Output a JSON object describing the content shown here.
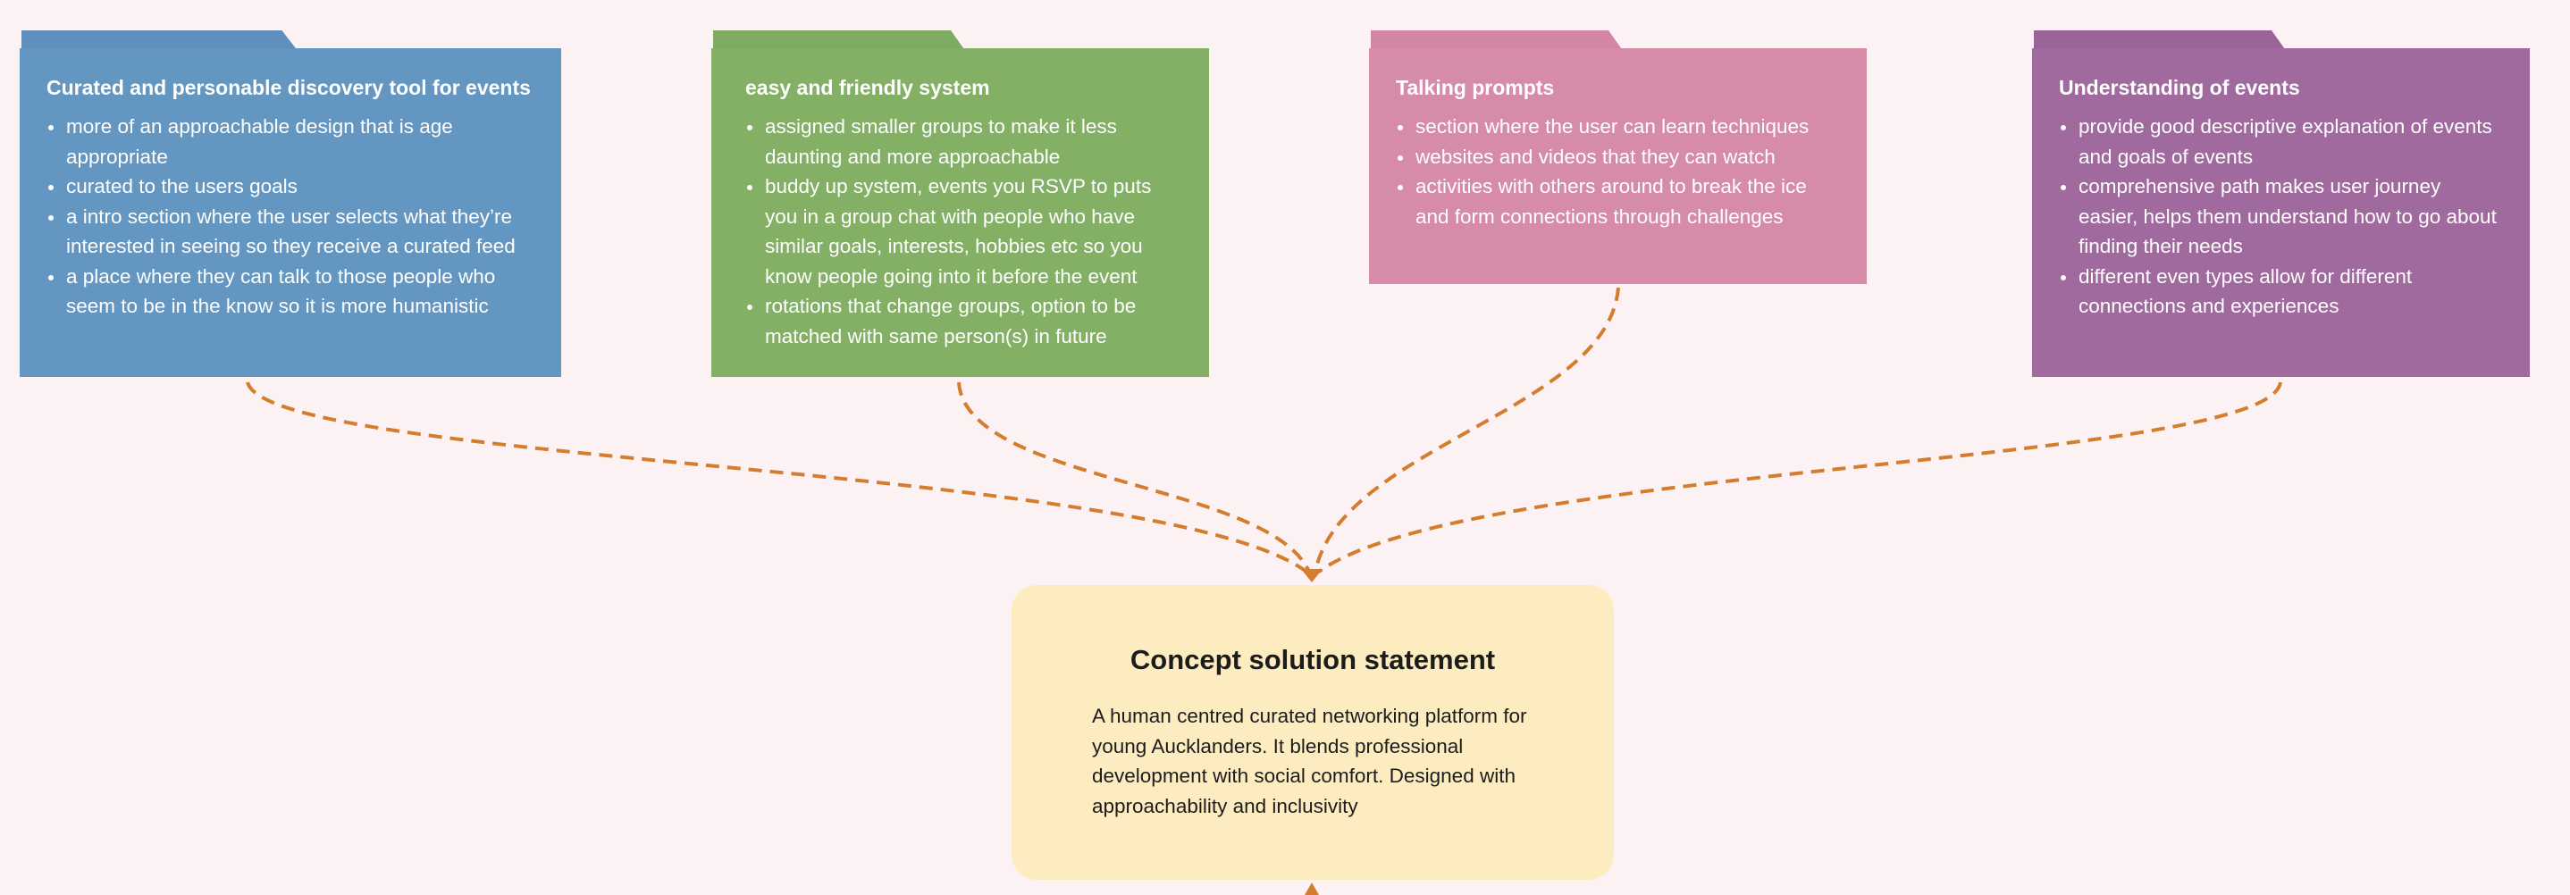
{
  "colors": {
    "background": "#fdf2f3",
    "connector": "#d57d2e",
    "card": "#fdecc0"
  },
  "folders": [
    {
      "title": "Curated and personable discovery tool for events",
      "color": "#6496c2",
      "tab_color": "#5f8fbe",
      "bullets": [
        "more of an approachable design that is age appropriate",
        "curated to the users goals",
        "a intro section where the user selects what they’re interested in seeing so they receive a curated feed",
        "a place where they can talk to those people who seem to be in the know so it is more humanistic"
      ]
    },
    {
      "title": "easy and friendly system",
      "color": "#84b066",
      "tab_color": "#7eaa61",
      "bullets": [
        "assigned smaller groups to make it less daunting and more approachable",
        "buddy up system, events you RSVP to puts you in a group chat with people who have similar goals, interests, hobbies etc so you know people going into it before the event",
        "rotations that change groups, option to be matched with same person(s) in future"
      ]
    },
    {
      "title": "Talking prompts",
      "color": "#d68ca9",
      "tab_color": "#d286a4",
      "bullets": [
        "section where the user can learn techniques",
        "websites and videos that they can watch",
        "activities with others around to break the ice and form connections through challenges"
      ]
    },
    {
      "title": "Understanding of events",
      "color": "#a06a9e",
      "tab_color": "#9a6498",
      "bullets": [
        "provide good descriptive explanation of events and goals of events",
        "comprehensive path makes user journey easier, helps them understand how to go about finding their needs",
        "different even types allow for different connections and experiences"
      ]
    }
  ],
  "concept": {
    "title": "Concept solution statement",
    "text": "A human centred curated networking platform for young Aucklanders. It blends professional development with social comfort. Designed with approachability and inclusivity"
  }
}
